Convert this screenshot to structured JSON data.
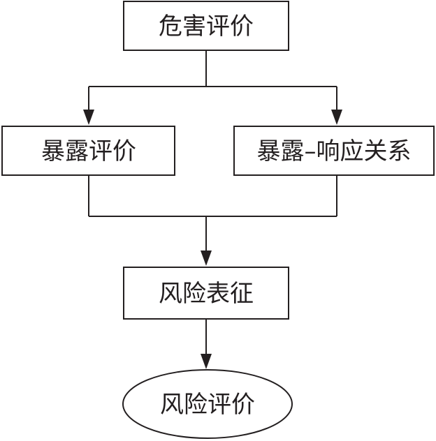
{
  "diagram": {
    "nodes": {
      "hazard_assessment": "危害评价",
      "exposure_assessment": "暴露评价",
      "dose_response": "暴露–响应关系",
      "risk_characterization": "风险表征",
      "risk_assessment": "风险评价"
    }
  }
}
